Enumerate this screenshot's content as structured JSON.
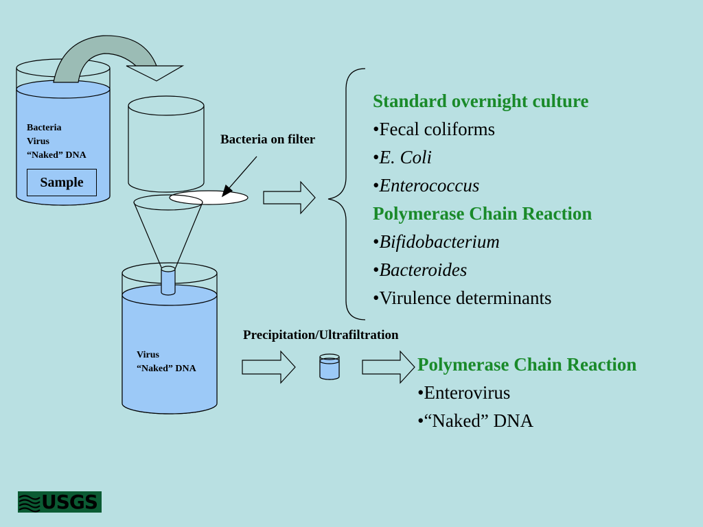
{
  "sample_jar": {
    "contents": [
      "Bacteria",
      "Virus",
      "“Naked” DNA"
    ],
    "label": "Sample"
  },
  "filter_label": "Bacteria on filter",
  "bacteria_methods": {
    "culture_heading": "Standard overnight culture",
    "culture_items": [
      {
        "bullet": "•",
        "text": "Fecal coliforms",
        "italic": false
      },
      {
        "bullet": "•",
        "text": "E. Coli",
        "italic": true
      },
      {
        "bullet": "•",
        "text": "Enterococcus",
        "italic": true
      }
    ],
    "pcr_heading": "Polymerase Chain Reaction",
    "pcr_items": [
      {
        "bullet": "•",
        "text": "Bifidobacterium",
        "italic": true
      },
      {
        "bullet": "•",
        "text": "Bacteroides",
        "italic": true
      },
      {
        "bullet": "•",
        "text": "Virulence determinants",
        "italic": false
      }
    ]
  },
  "filtrate_jar": {
    "contents": [
      "Virus",
      "“Naked” DNA"
    ]
  },
  "precipitation_label": "Precipitation/Ultrafiltration",
  "virus_methods": {
    "heading": "Polymerase Chain Reaction",
    "items": [
      {
        "bullet": "•",
        "text": "Enterovirus"
      },
      {
        "bullet": "•",
        "text": "“Naked” DNA"
      }
    ]
  },
  "logo": {
    "text": "USGS",
    "color": "#0b5b33"
  },
  "colors": {
    "background": "#b9e0e2",
    "liquid": "#9cc9f7",
    "heading_green": "#1a8a2a",
    "pour_arrow": "#9bbcb5"
  }
}
